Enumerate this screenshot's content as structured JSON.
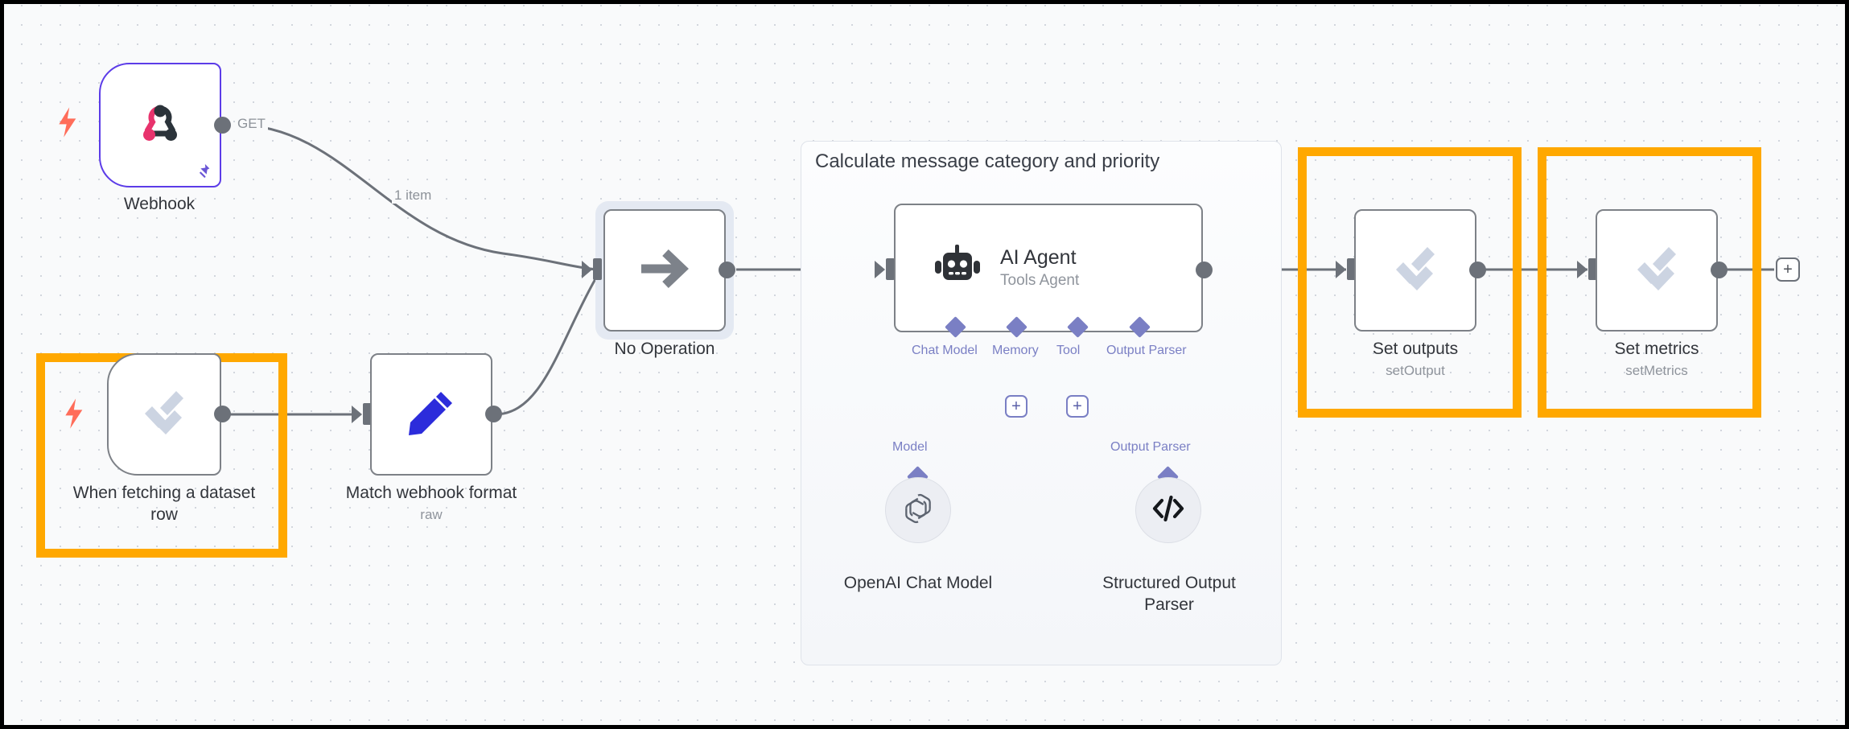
{
  "canvas": {
    "background_color": "#f9fafb",
    "grid": "dotted",
    "border_color": "#000000"
  },
  "sticky_note": {
    "title": "Calculate message category and priority"
  },
  "highlights": {
    "color": "#ffa800",
    "boxes": [
      "when-fetching-a-dataset-row",
      "set-outputs",
      "set-metrics"
    ]
  },
  "nodes": [
    {
      "id": "webhook",
      "label": "Webhook",
      "sublabel": "",
      "icon": "webhook-icon",
      "type": "trigger",
      "accent": "#5c3ce8",
      "pinned": true,
      "output_label": "GET"
    },
    {
      "id": "when-fetching-a-dataset-row",
      "label": "When fetching a dataset\nrow",
      "sublabel": "",
      "icon": "evaluation-check-icon",
      "type": "trigger",
      "accent": "#c7d0e0"
    },
    {
      "id": "match-webhook-format",
      "label": "Match webhook format",
      "sublabel": "raw",
      "icon": "pencil-icon",
      "type": "action",
      "accent": "#2c2cdb"
    },
    {
      "id": "no-operation",
      "label": "No Operation",
      "sublabel": "",
      "icon": "arrow-right-icon",
      "type": "action",
      "accent": "#7d8187",
      "selected": true
    },
    {
      "id": "ai-agent",
      "label": "AI Agent",
      "sublabel": "Tools Agent",
      "icon": "robot-icon",
      "type": "agent",
      "accent": "#2f3237"
    },
    {
      "id": "set-outputs",
      "label": "Set outputs",
      "sublabel": "setOutput",
      "icon": "evaluation-check-icon",
      "type": "action",
      "accent": "#c7d0e0"
    },
    {
      "id": "set-metrics",
      "label": "Set metrics",
      "sublabel": "setMetrics",
      "icon": "evaluation-check-icon",
      "type": "action",
      "accent": "#c7d0e0"
    }
  ],
  "sub_nodes": [
    {
      "id": "openai-chat-model",
      "label": "OpenAI Chat Model",
      "icon": "openai-icon",
      "connector_label": "Model"
    },
    {
      "id": "structured-output-parser",
      "label": "Structured Output\nParser",
      "icon": "code-brackets-icon",
      "connector_label": "Output Parser"
    }
  ],
  "agent_connectors": [
    {
      "id": "chat-model",
      "label": "Chat Model"
    },
    {
      "id": "memory",
      "label": "Memory",
      "has_add_button": true
    },
    {
      "id": "tool",
      "label": "Tool",
      "has_add_button": true
    },
    {
      "id": "output-parser",
      "label": "Output Parser"
    }
  ],
  "edges": [
    {
      "id": "webhook-to-no-operation",
      "label": "1 item"
    },
    {
      "id": "webhook-output",
      "label": "GET"
    }
  ],
  "buttons": {
    "add_node_label": "+",
    "add_memory_label": "+",
    "add_tool_label": "+"
  }
}
